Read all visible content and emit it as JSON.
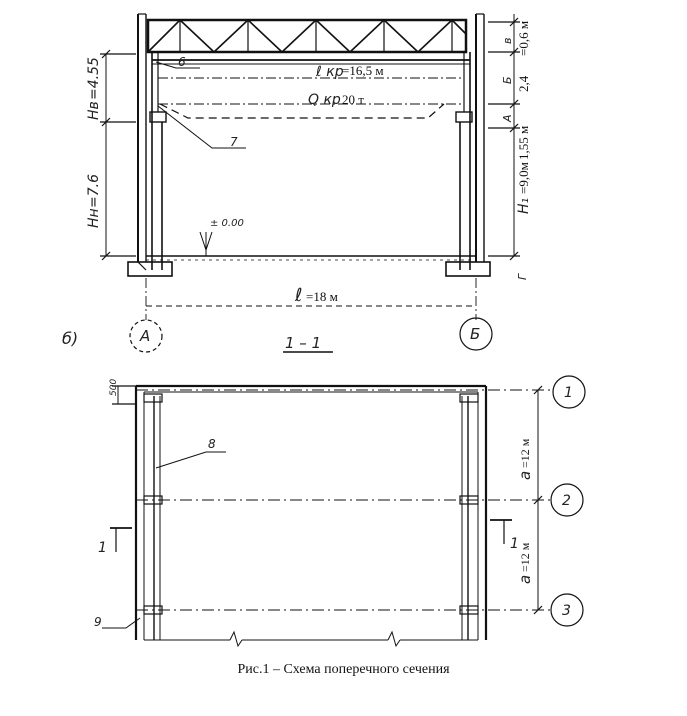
{
  "section_view": {
    "span_label": "ℓ",
    "span_value": "=18 м",
    "crane_span_label": "ℓ кр",
    "crane_span_value": "=16,5 м",
    "crane_capacity_label": "Q кр",
    "crane_capacity_value": "20 т",
    "elevation_zero": "± 0.00",
    "left_dims": [
      {
        "label": "Hв",
        "value": "=4.55"
      },
      {
        "label": "Hн",
        "value": "=7.6"
      }
    ],
    "right_dims": [
      {
        "label": "в",
        "value": "=0,6 м"
      },
      {
        "label": "Б",
        "value": "2,4"
      },
      {
        "label": "А",
        "value": "1,55 м"
      },
      {
        "label": "H₁",
        "value": "=9,0м"
      },
      {
        "label": "Г",
        "value": ""
      }
    ],
    "leaders": [
      "6",
      "7"
    ],
    "axes": [
      "А",
      "Б"
    ],
    "section_label": "1 – 1"
  },
  "plan_view": {
    "view_label": "б)",
    "dim_500": "500",
    "step_label": "а",
    "step_value": "=12 м",
    "axes": [
      "1",
      "2",
      "3"
    ],
    "leaders": [
      "8",
      "9"
    ],
    "cut_labels": [
      "1",
      "1"
    ]
  },
  "caption": "Рис.1 – Схема поперечного сечения"
}
